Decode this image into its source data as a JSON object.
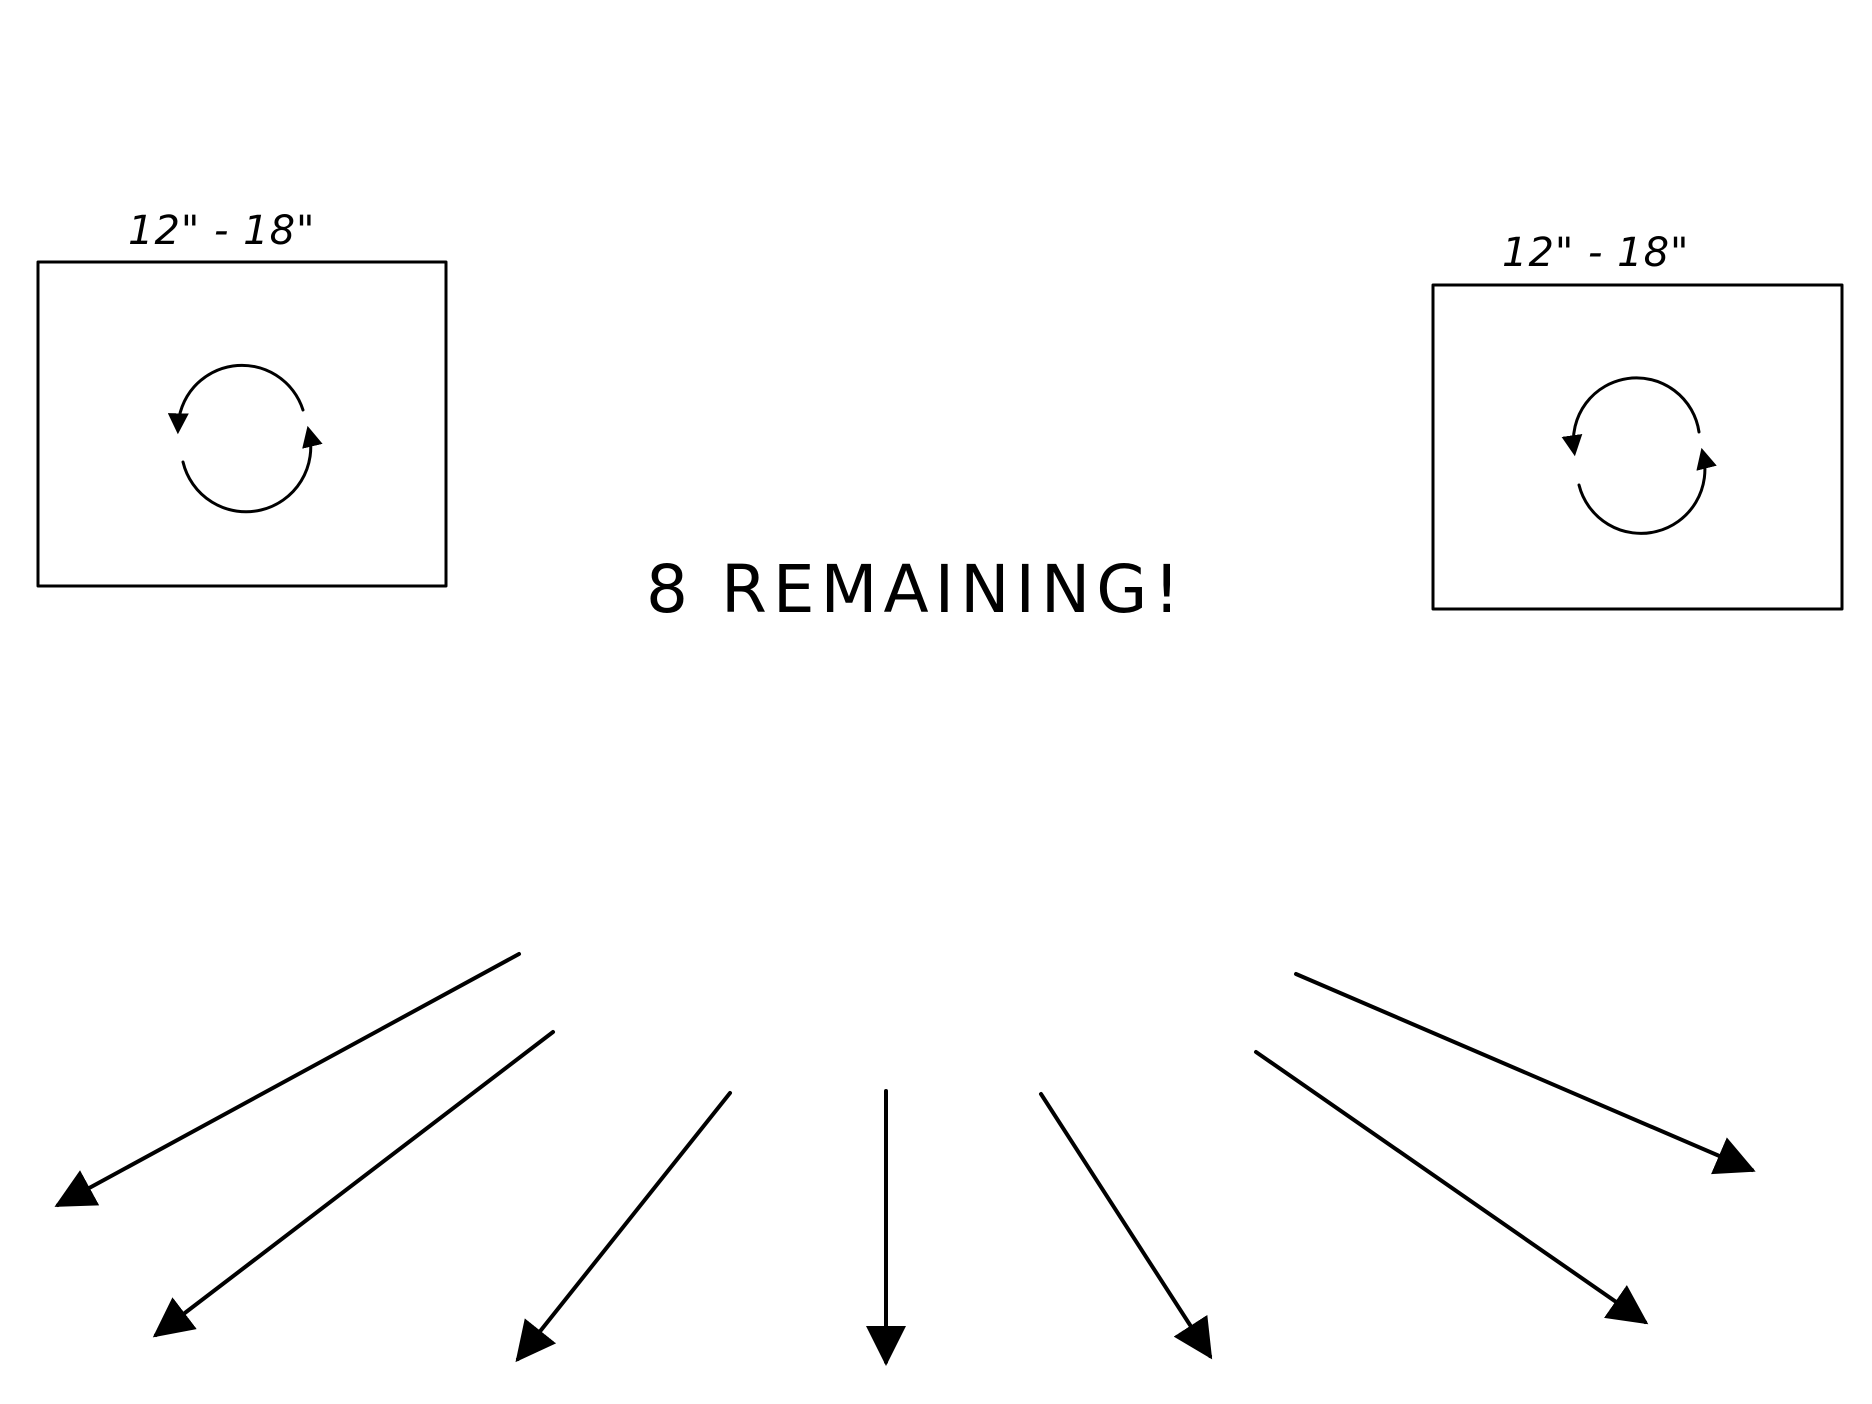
{
  "panels": [
    {
      "size_label": "12\" - 18\"",
      "icon": "rotate-icon"
    },
    {
      "size_label": "12\" - 18\"",
      "icon": "rotate-icon"
    }
  ],
  "remaining": {
    "text": "8 REMAINING!"
  },
  "arrows_icon": "arrow-icon",
  "colors": {
    "ink": "#000000",
    "background": "#ffffff"
  }
}
